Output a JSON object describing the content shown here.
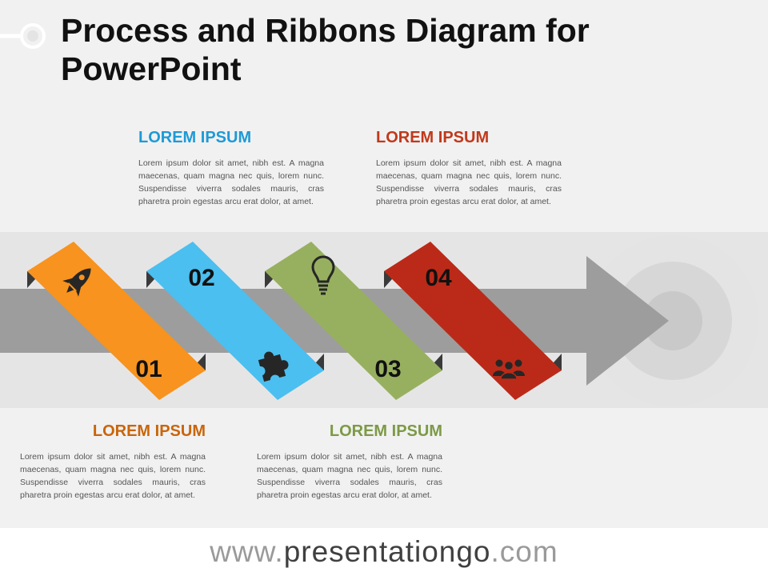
{
  "title": "Process and Ribbons Diagram for PowerPoint",
  "colors": {
    "orange": "#f7931e",
    "blue": "#4bbfef",
    "green": "#97b05f",
    "red": "#bb2a18",
    "arrow": "#9d9d9d",
    "fold": "#3a3a3a"
  },
  "steps": [
    {
      "number": "01",
      "heading": "LOREM IPSUM",
      "color": "#f7931e",
      "heading_color": "#c9650a",
      "icon": "rocket-icon",
      "text": "Lorem ipsum dolor sit amet, nibh est. A magna maecenas, quam magna nec quis, lorem nunc. Suspendisse viverra sodales mauris, cras pharetra proin egestas arcu erat dolor, at amet."
    },
    {
      "number": "02",
      "heading": "LOREM IPSUM",
      "color": "#4bbfef",
      "heading_color": "#1e9ad6",
      "icon": "puzzle-icon",
      "text": "Lorem ipsum dolor sit amet, nibh est. A magna maecenas, quam magna nec quis, lorem nunc. Suspendisse viverra sodales mauris, cras pharetra proin egestas arcu erat dolor, at amet."
    },
    {
      "number": "03",
      "heading": "LOREM IPSUM",
      "color": "#97b05f",
      "heading_color": "#7c9a45",
      "icon": "lightbulb-icon",
      "text": "Lorem ipsum dolor sit amet, nibh est. A magna maecenas, quam magna nec quis, lorem nunc. Suspendisse viverra sodales mauris, cras pharetra proin egestas arcu erat dolor, at amet."
    },
    {
      "number": "04",
      "heading": "LOREM IPSUM",
      "color": "#bb2a18",
      "heading_color": "#c0391b",
      "icon": "people-group-icon",
      "text": "Lorem ipsum dolor sit amet, nibh est. A magna maecenas, quam magna nec quis, lorem nunc. Suspendisse viverra sodales mauris, cras pharetra proin egestas arcu erat dolor, at amet."
    }
  ],
  "footer": {
    "prefix": "www.",
    "brand": "presentationgo",
    "suffix": ".com"
  }
}
